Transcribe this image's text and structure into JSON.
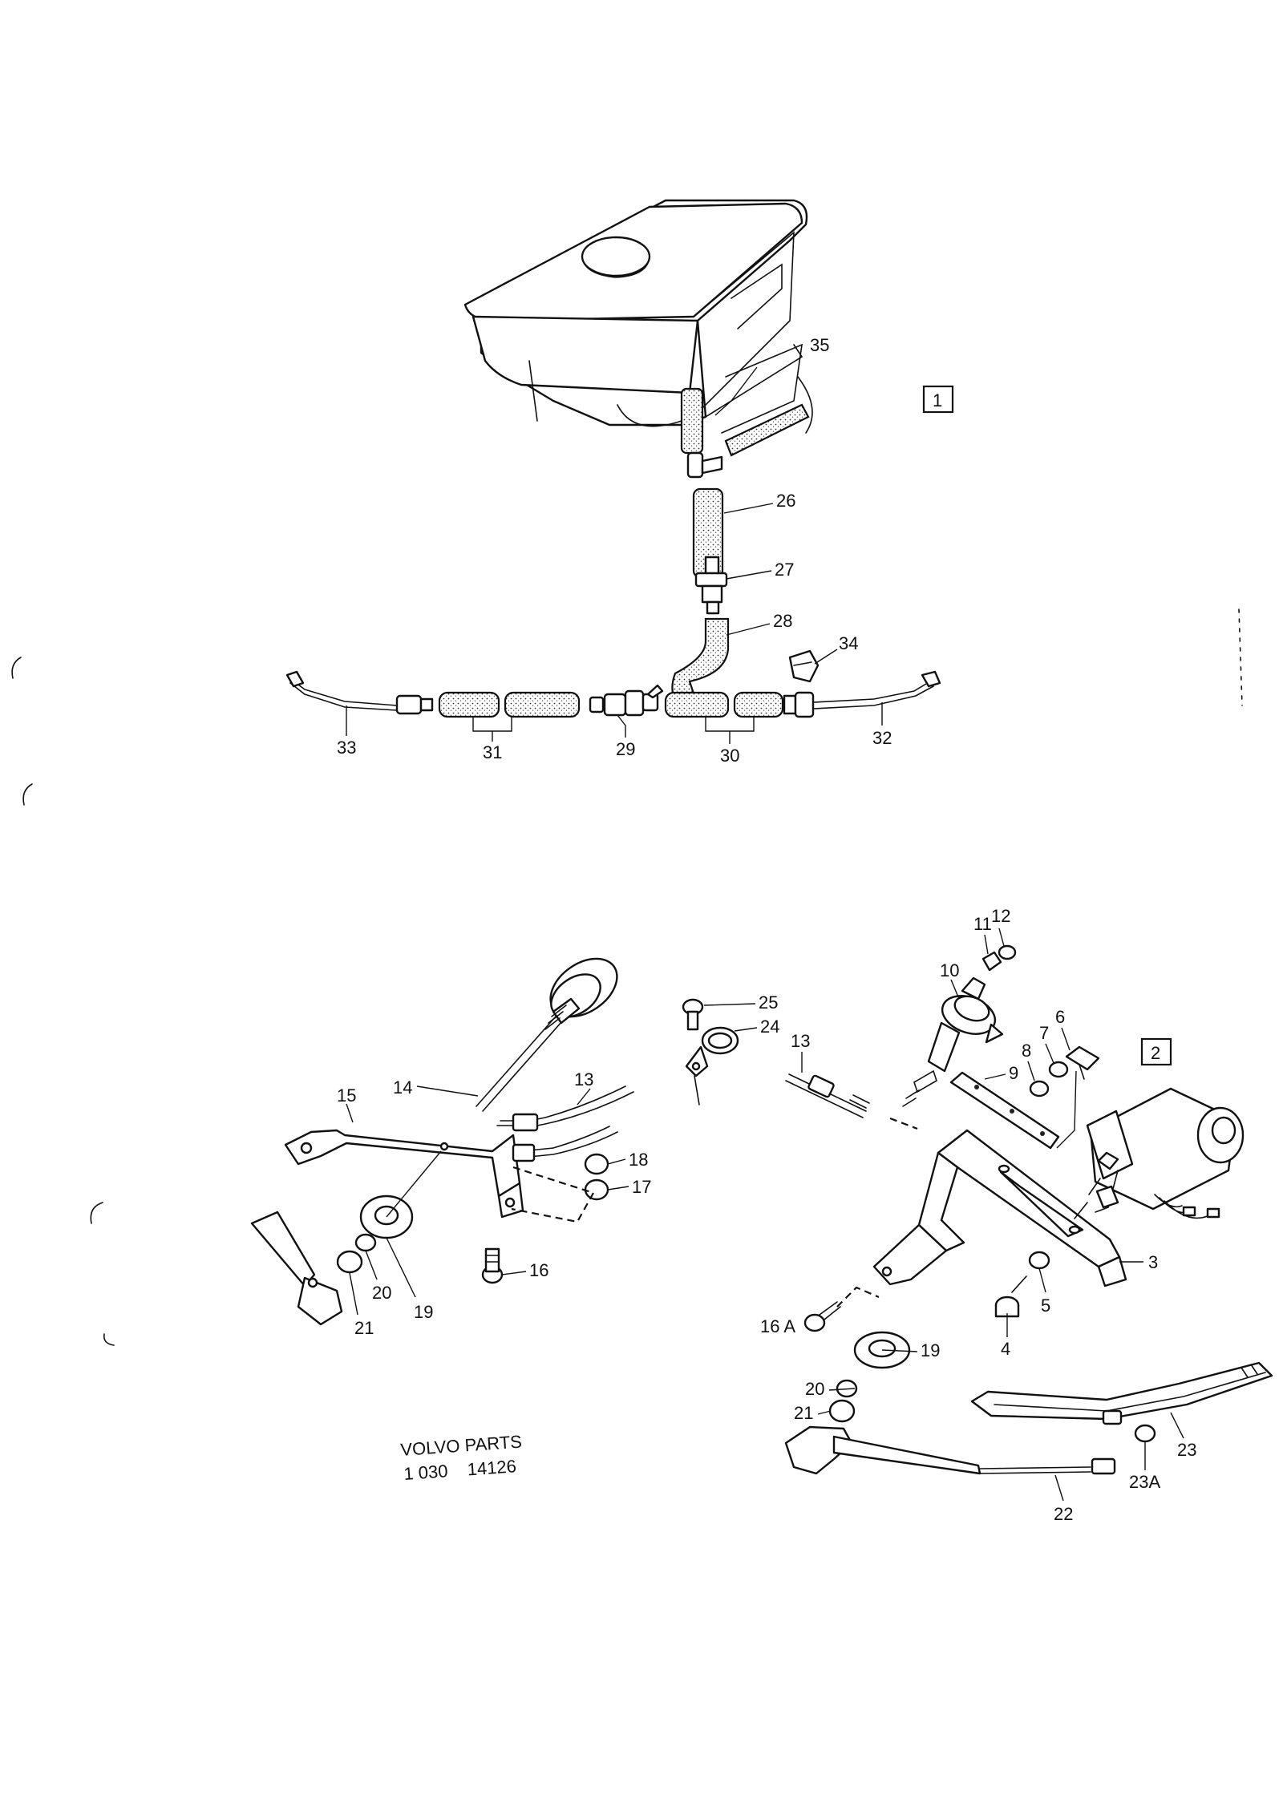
{
  "diagram": {
    "callouts": [
      {
        "id": "35",
        "text": "35"
      },
      {
        "id": "26",
        "text": "26"
      },
      {
        "id": "27",
        "text": "27"
      },
      {
        "id": "28",
        "text": "28"
      },
      {
        "id": "34",
        "text": "34"
      },
      {
        "id": "33",
        "text": "33"
      },
      {
        "id": "31",
        "text": "31"
      },
      {
        "id": "29",
        "text": "29"
      },
      {
        "id": "30",
        "text": "30"
      },
      {
        "id": "32",
        "text": "32"
      },
      {
        "id": "15",
        "text": "15"
      },
      {
        "id": "14",
        "text": "14"
      },
      {
        "id": "13a",
        "text": "13"
      },
      {
        "id": "18",
        "text": "18"
      },
      {
        "id": "17",
        "text": "17"
      },
      {
        "id": "16",
        "text": "16"
      },
      {
        "id": "19a",
        "text": "19"
      },
      {
        "id": "20a",
        "text": "20"
      },
      {
        "id": "21a",
        "text": "21"
      },
      {
        "id": "25",
        "text": "25"
      },
      {
        "id": "24",
        "text": "24"
      },
      {
        "id": "13b",
        "text": "13"
      },
      {
        "id": "10",
        "text": "10"
      },
      {
        "id": "11",
        "text": "11"
      },
      {
        "id": "12",
        "text": "12"
      },
      {
        "id": "9",
        "text": "9"
      },
      {
        "id": "8",
        "text": "8"
      },
      {
        "id": "7",
        "text": "7"
      },
      {
        "id": "6",
        "text": "6"
      },
      {
        "id": "3",
        "text": "3"
      },
      {
        "id": "5",
        "text": "5"
      },
      {
        "id": "4",
        "text": "4"
      },
      {
        "id": "16A",
        "text": "16 A"
      },
      {
        "id": "19b",
        "text": "19"
      },
      {
        "id": "20b",
        "text": "20"
      },
      {
        "id": "21b",
        "text": "21"
      },
      {
        "id": "22",
        "text": "22"
      },
      {
        "id": "23A",
        "text": "23A"
      },
      {
        "id": "23",
        "text": "23"
      }
    ],
    "group_boxes": [
      {
        "id": "1",
        "text": "1"
      },
      {
        "id": "2",
        "text": "2"
      }
    ],
    "footer": {
      "line1": "VOLVO  PARTS",
      "line2": "1 030    14126"
    }
  }
}
